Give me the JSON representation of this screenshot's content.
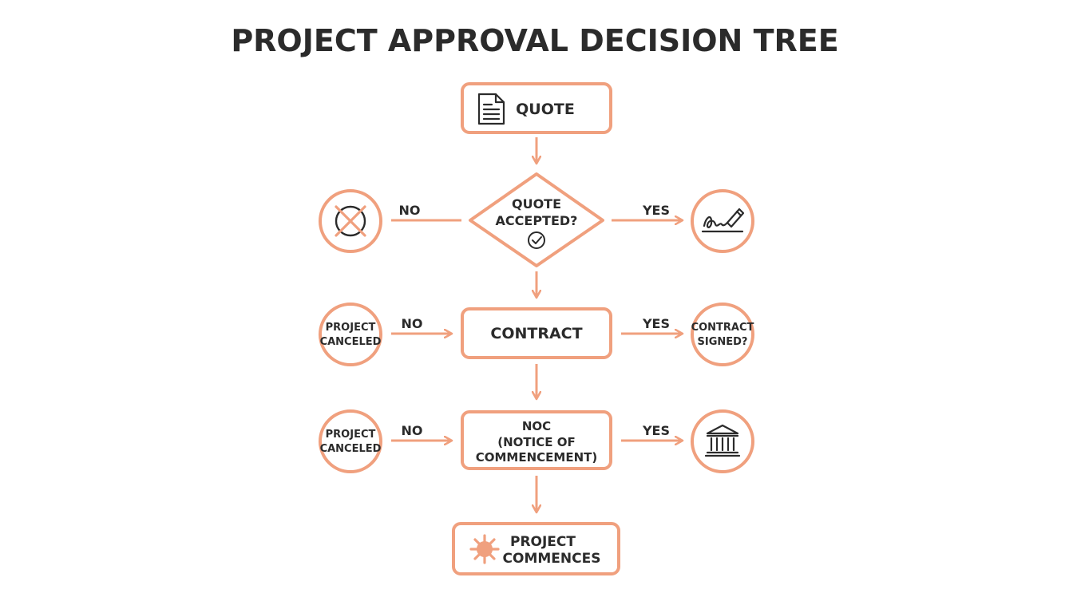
{
  "title": "PROJECT APPROVAL DECISION TREE",
  "colors": {
    "accent": "#f0a07e",
    "text": "#2b2b2b",
    "background": "#ffffff"
  },
  "nodes": {
    "quote": {
      "label": "QUOTE",
      "icon": "document-icon"
    },
    "quote_accepted": {
      "line1": "QUOTE",
      "line2": "ACCEPTED?",
      "icon": "check-circle-icon"
    },
    "contract": {
      "label": "CONTRACT"
    },
    "noc": {
      "line1": "NOC",
      "line2": "(NOTICE OF",
      "line3": "COMMENCEMENT)"
    },
    "project_commences": {
      "line1": "PROJECT",
      "line2": "COMMENCES",
      "icon": "starburst-icon"
    },
    "rejected": {
      "icon": "x-circle-icon"
    },
    "signature": {
      "icon": "signature-pen-icon"
    },
    "canceled_1": {
      "line1": "PROJECT",
      "line2": "CANCELED"
    },
    "contract_signed": {
      "line1": "CONTRACT",
      "line2": "SIGNED?"
    },
    "canceled_2": {
      "line1": "PROJECT",
      "line2": "CANCELED"
    },
    "government": {
      "icon": "government-building-icon"
    }
  },
  "edges": {
    "no": "NO",
    "yes": "YES"
  }
}
